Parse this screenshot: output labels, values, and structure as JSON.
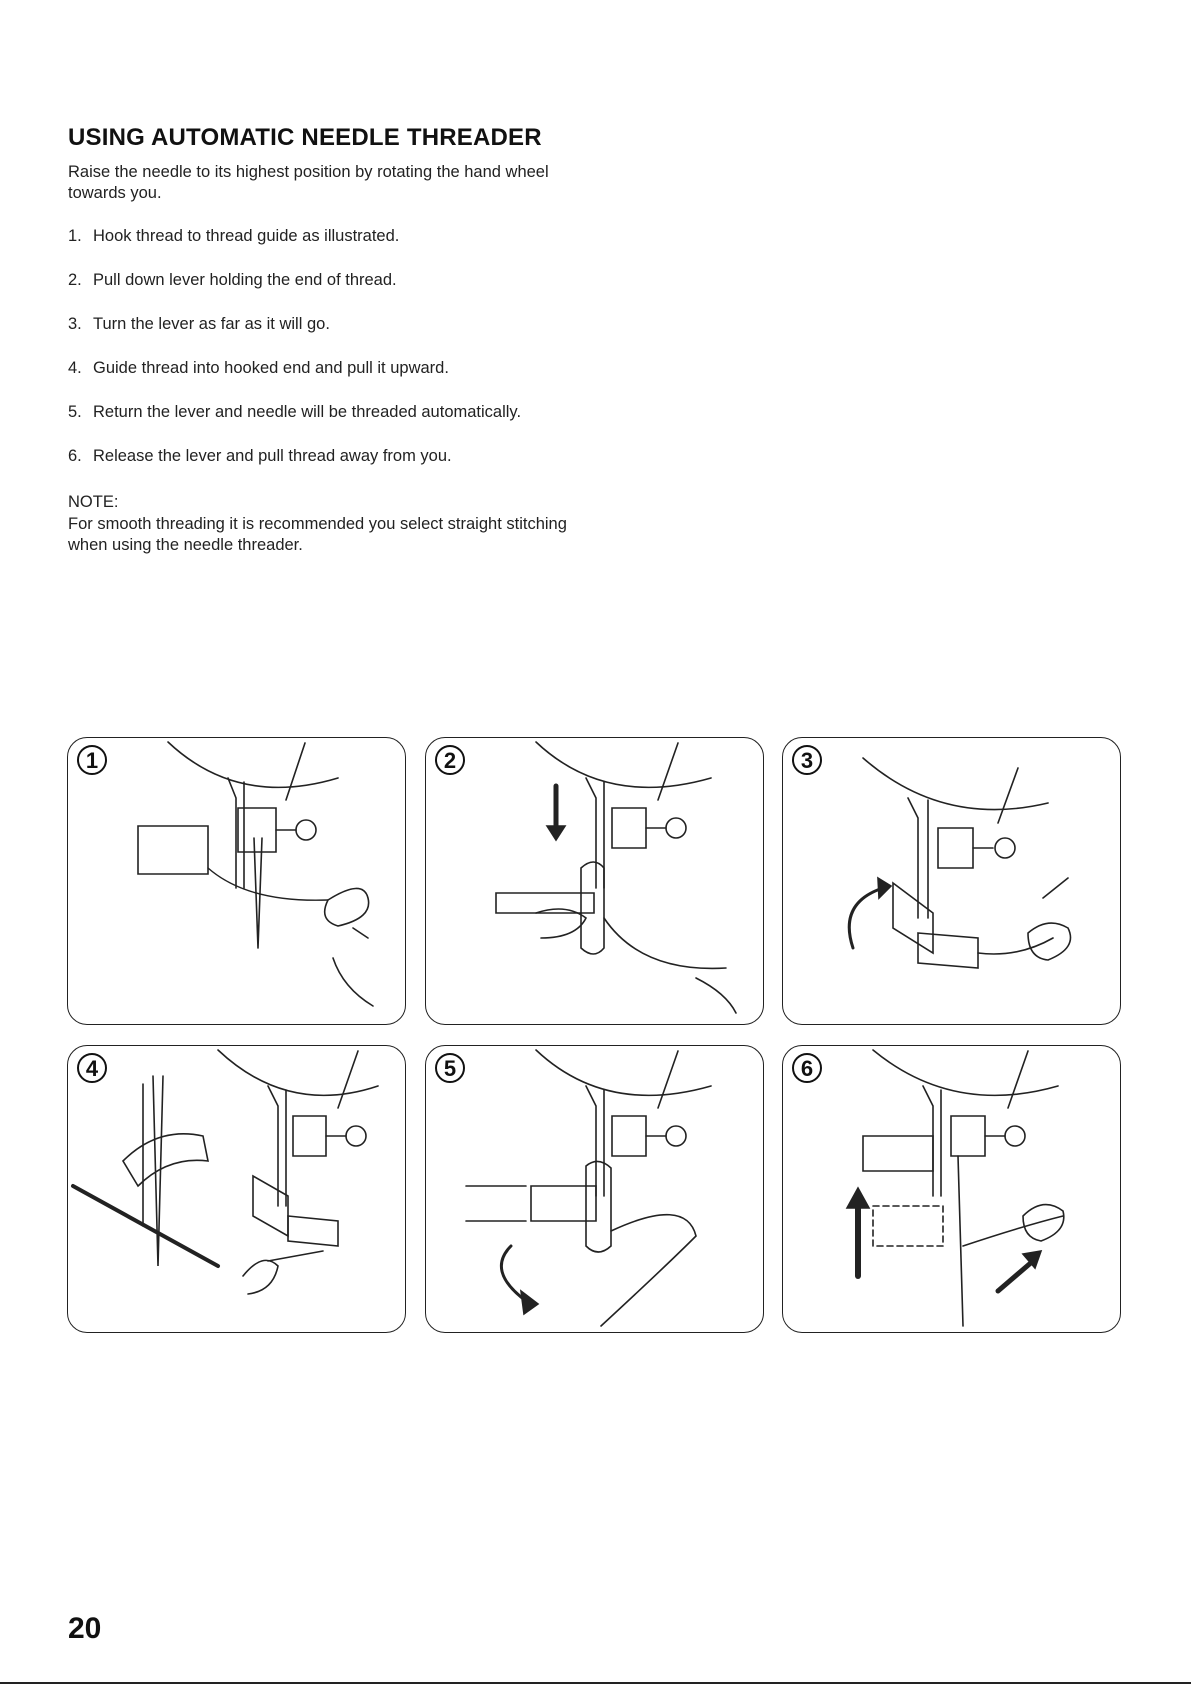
{
  "heading": "USING AUTOMATIC NEEDLE THREADER",
  "intro": "Raise the needle to its highest position by rotating the hand wheel towards you.",
  "steps": [
    {
      "num": "1.",
      "text": "Hook thread to thread guide as illustrated."
    },
    {
      "num": "2.",
      "text": "Pull down lever holding the end of thread."
    },
    {
      "num": "3.",
      "text": "Turn the lever as far as it will go."
    },
    {
      "num": "4.",
      "text": "Guide thread into hooked end and pull it upward."
    },
    {
      "num": "5.",
      "text": "Return the lever and needle will be threaded automatically."
    },
    {
      "num": "6.",
      "text": "Release the lever and pull thread away from you."
    }
  ],
  "note": {
    "label": "NOTE:",
    "text": "For smooth threading it is recommended you select straight stitching when using the needle threader."
  },
  "figures": [
    {
      "number": "1"
    },
    {
      "number": "2"
    },
    {
      "number": "3"
    },
    {
      "number": "4"
    },
    {
      "number": "5"
    },
    {
      "number": "6"
    }
  ],
  "page_number": "20"
}
